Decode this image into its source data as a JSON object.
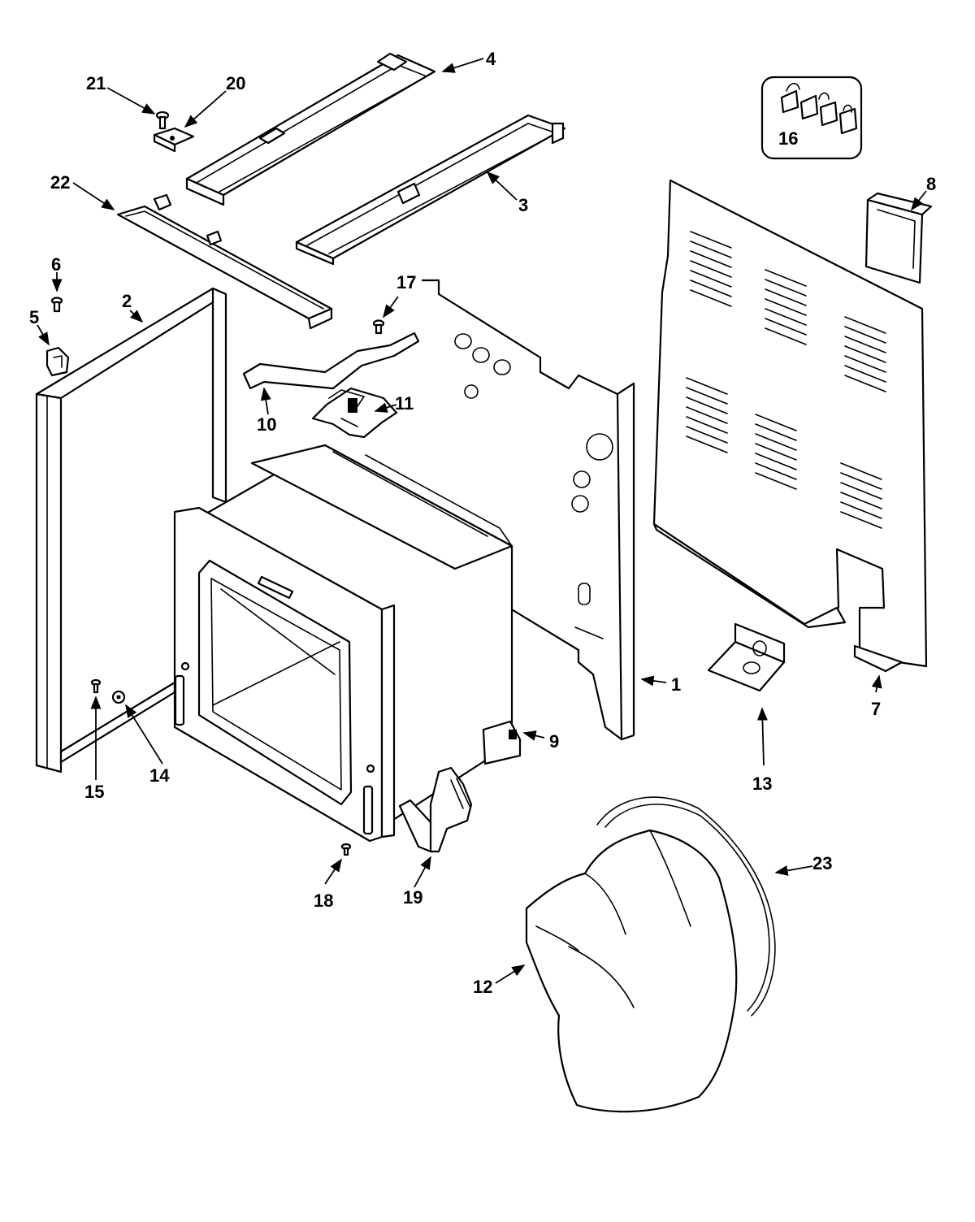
{
  "callouts": [
    {
      "id": "1",
      "text": "1"
    },
    {
      "id": "2",
      "text": "2"
    },
    {
      "id": "3",
      "text": "3"
    },
    {
      "id": "4",
      "text": "4"
    },
    {
      "id": "5",
      "text": "5"
    },
    {
      "id": "6",
      "text": "6"
    },
    {
      "id": "7",
      "text": "7"
    },
    {
      "id": "8",
      "text": "8"
    },
    {
      "id": "9",
      "text": "9"
    },
    {
      "id": "10",
      "text": "10"
    },
    {
      "id": "11",
      "text": "11"
    },
    {
      "id": "12",
      "text": "12"
    },
    {
      "id": "13",
      "text": "13"
    },
    {
      "id": "14",
      "text": "14"
    },
    {
      "id": "15",
      "text": "15"
    },
    {
      "id": "16",
      "text": "16"
    },
    {
      "id": "17",
      "text": "17"
    },
    {
      "id": "18",
      "text": "18"
    },
    {
      "id": "19",
      "text": "19"
    },
    {
      "id": "20",
      "text": "20"
    },
    {
      "id": "21",
      "text": "21"
    },
    {
      "id": "22",
      "text": "22"
    },
    {
      "id": "23",
      "text": "23"
    }
  ],
  "colors": {
    "line": "#000000",
    "background": "#ffffff"
  }
}
